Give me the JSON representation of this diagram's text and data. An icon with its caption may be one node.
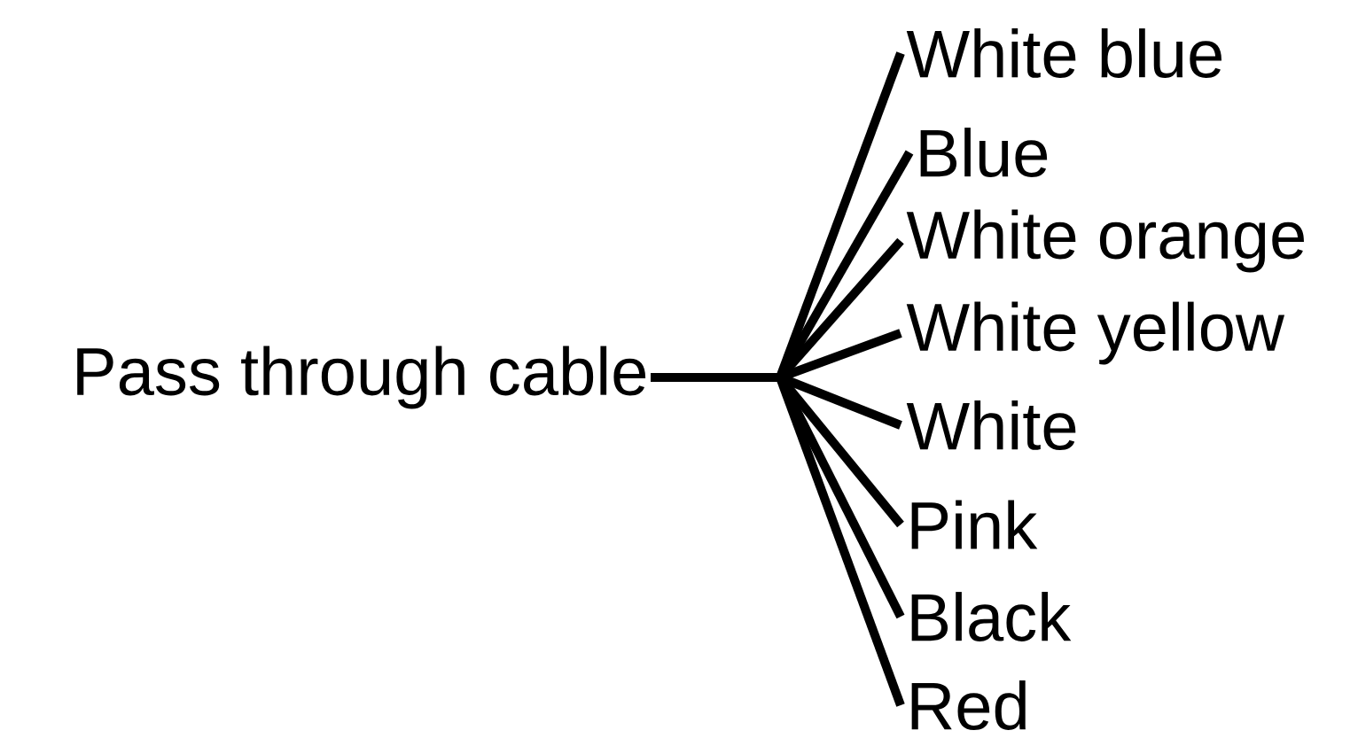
{
  "diagram": {
    "nodes": [
      {
        "text": [
          "Pass through cable"
        ]
      },
      {
        "text": [
          "White blue"
        ]
      },
      {
        "text": [
          "Blue"
        ]
      },
      {
        "text": [
          "White orange"
        ]
      },
      {
        "text": [
          "White yellow"
        ]
      },
      {
        "text": [
          "White"
        ]
      },
      {
        "text": [
          "Pink"
        ]
      },
      {
        "text": [
          "Black"
        ]
      },
      {
        "text": [
          "Red"
        ]
      }
    ],
    "edges": [
      {
        "from": 0,
        "to": 1,
        "arrow": "none"
      },
      {
        "from": 0,
        "to": 2,
        "arrow": "none"
      },
      {
        "from": 0,
        "to": 3,
        "arrow": "none"
      },
      {
        "from": 0,
        "to": 4,
        "arrow": "none"
      },
      {
        "from": 0,
        "to": 5,
        "arrow": "none"
      },
      {
        "from": 0,
        "to": 6,
        "arrow": "none"
      },
      {
        "from": 0,
        "to": 7,
        "arrow": "none"
      },
      {
        "from": 0,
        "to": 8,
        "arrow": "none"
      }
    ]
  }
}
